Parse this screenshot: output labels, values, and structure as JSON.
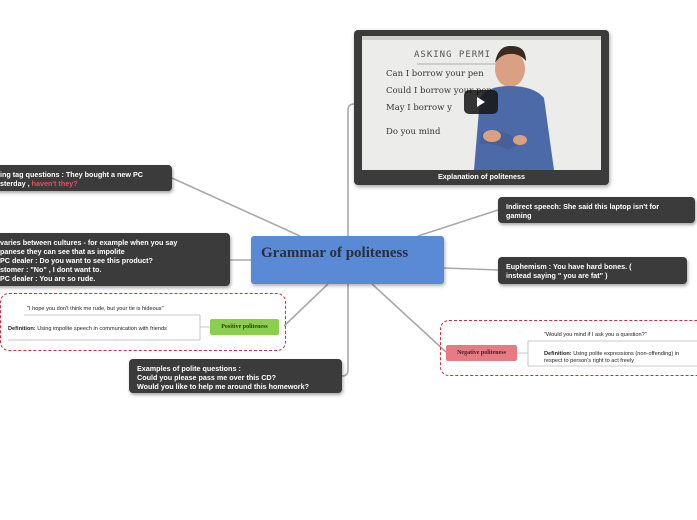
{
  "central": {
    "title": "Grammar of politeness"
  },
  "video_node": {
    "caption": "Explanation of politeness",
    "board_title": "ASKING PERMI",
    "board_lines": [
      "Can  I  borrow your pen",
      "Could  I  borrow your pen",
      "May  I  borrow  y",
      "Do you mind"
    ]
  },
  "nodes": {
    "tag_questions": {
      "line1": "ing tag questions : They bought a new PC",
      "line2_prefix": "sterday , ",
      "line2_highlight": "haven't they?"
    },
    "cultures": {
      "lines": [
        "varies between cultures - for example when you say",
        "panese they can see that as impolite",
        "PC dealer : Do you want to see this product?",
        "stomer : \"No\" , I dont want to.",
        "PC dealer : You are so rude."
      ]
    },
    "examples": {
      "lines": [
        "Examples of polite questions :",
        "Could you please pass me over this CD?",
        "Would you like to help me around this homework?"
      ]
    },
    "indirect": {
      "lines": [
        "Indirect speech: She said this laptop isn't for",
        "gaming"
      ]
    },
    "euphemism": {
      "lines": [
        "Euphemism : You have hard bones. (",
        "instead saying \" you are fat\" )"
      ]
    }
  },
  "positive": {
    "label": "Positive politeness",
    "example": "\"I hope you don't think me rude, but your tie is hideous\"",
    "definition_label": "Definition:",
    "definition_text": " Using impolite speech in communication with friends"
  },
  "negative": {
    "label": "Negative politeness",
    "example": "\"Would you mind if I ask you a question?\"",
    "definition_label": "Definition:",
    "definition_text": " Using polite expressions (non-offending) in respect to person's right to act freely"
  },
  "colors": {
    "central": "#5a8ad6",
    "dark_node": "#3b3b3b",
    "positive": "#8bd04b",
    "negative": "#e57b83",
    "highlight": "#e8505b",
    "dashed_border": "#d22d3f"
  },
  "icons": [
    "play-icon"
  ]
}
